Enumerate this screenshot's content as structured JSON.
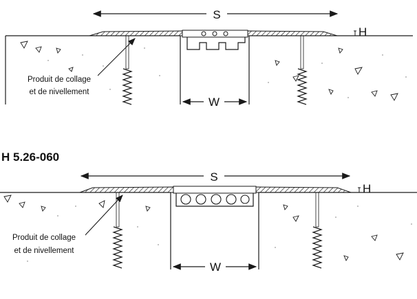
{
  "diagrams": [
    {
      "heading": "",
      "labels": {
        "span": "S",
        "height": "H",
        "gap": "W",
        "adhesive_line1": "Produit de collage",
        "adhesive_line2": "et de nivellement"
      }
    },
    {
      "heading": "H 5.26-060",
      "labels": {
        "span": "S",
        "height": "H",
        "gap": "W",
        "adhesive_line1": "Produit de collage",
        "adhesive_line2": "et de nivellement"
      }
    }
  ],
  "colors": {
    "line": "#1a1a1a",
    "concrete_speckle": "#9a9a9a",
    "hatch": "#2a2a2a"
  }
}
